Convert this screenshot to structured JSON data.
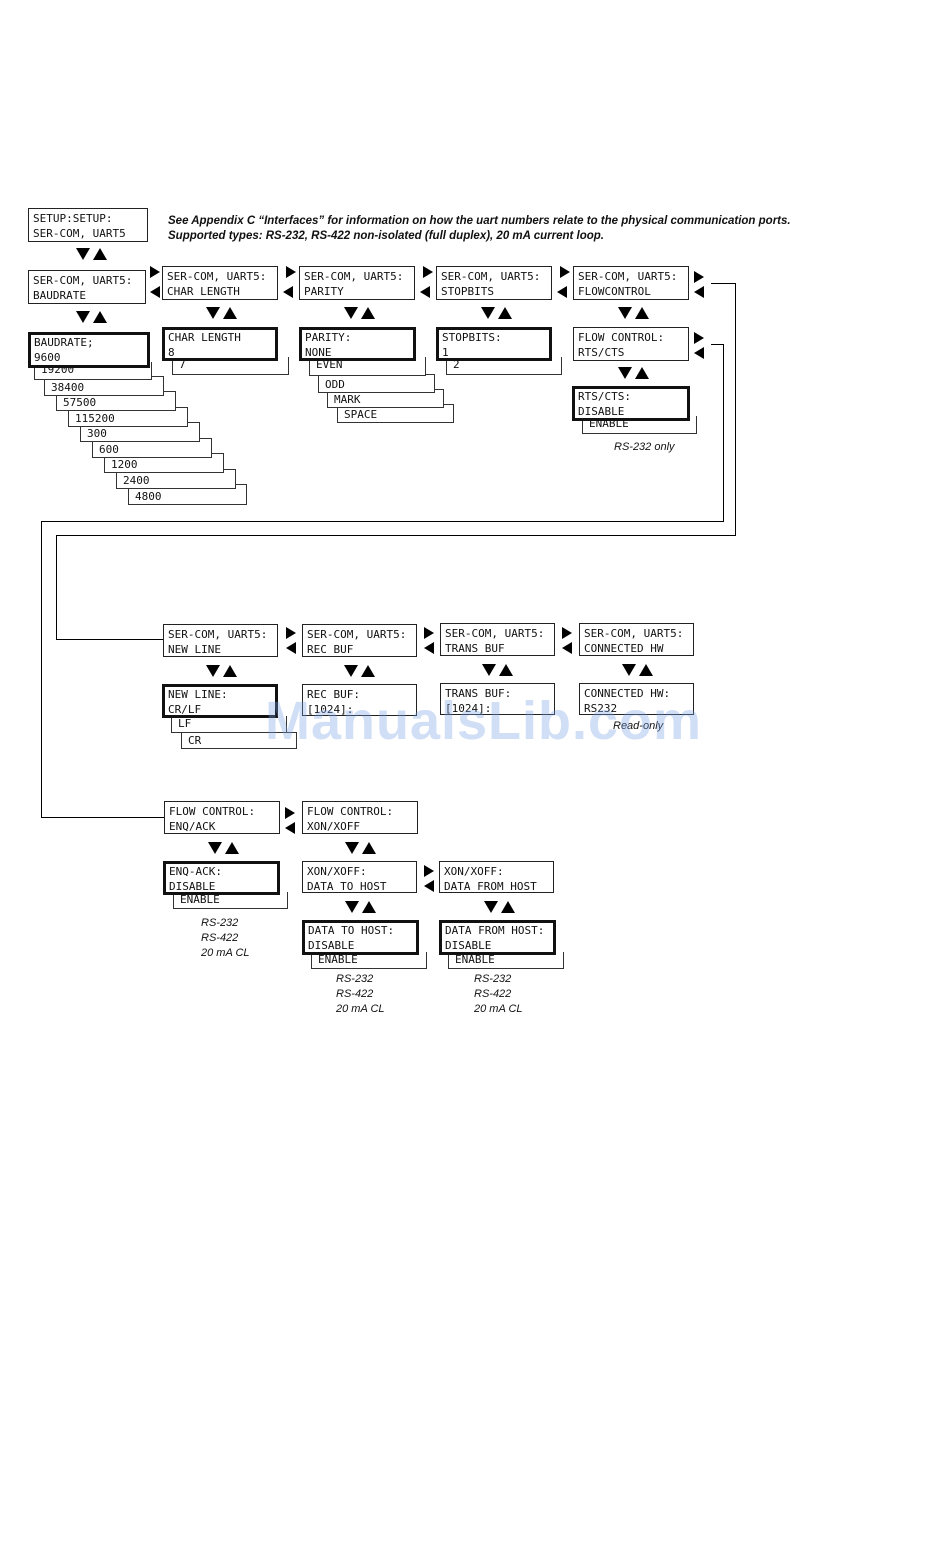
{
  "header": {
    "line1": "See Appendix C “Interfaces” for information on how the uart numbers relate to the physical communication ports.",
    "line2": "Supported types: RS-232, RS-422 non-isolated (full duplex), 20 mA current loop."
  },
  "boxes": {
    "setup": "SETUP:SETUP:\nSER-COM, UART5",
    "baud_menu": "SER-COM, UART5:\nBAUDRATE",
    "char_menu": "SER-COM, UART5:\nCHAR LENGTH",
    "parity_menu": "SER-COM, UART5:\nPARITY",
    "stop_menu": "SER-COM, UART5:\nSTOPBITS",
    "flow_menu": "SER-COM, UART5:\nFLOWCONTROL",
    "baud_sel": "BAUDRATE;\n9600",
    "char_sel": "CHAR LENGTH\n8",
    "parity_sel": "PARITY:\nNONE",
    "stop_sel": "STOPBITS:\n1",
    "flow_rts": "FLOW CONTROL:\nRTS/CTS",
    "rts_sel": "RTS/CTS:\nDISABLE",
    "newline_menu": "SER-COM, UART5:\nNEW LINE",
    "recbuf_menu": "SER-COM, UART5:\nREC BUF",
    "transbuf_menu": "SER-COM, UART5:\nTRANS BUF",
    "connhw_menu": "SER-COM, UART5:\nCONNECTED HW",
    "newline_sel": "NEW LINE:\nCR/LF",
    "recbuf_val": "REC BUF:\n[1024]:",
    "transbuf_val": "TRANS BUF:\n[1024]:",
    "connhw_val": "CONNECTED HW:\nRS232",
    "flow_enq": "FLOW CONTROL:\nENQ/ACK",
    "flow_xon": "FLOW CONTROL:\nXON/XOFF",
    "enq_sel": "ENQ-ACK:\nDISABLE",
    "xon_to": "XON/XOFF:\nDATA TO HOST",
    "xon_from": "XON/XOFF:\nDATA FROM HOST",
    "to_host_sel": "DATA TO HOST:\nDISABLE",
    "from_host_sel": "DATA FROM HOST:\nDISABLE"
  },
  "options": {
    "baud": [
      "19200",
      "38400",
      "57500",
      "115200",
      "300",
      "600",
      "1200",
      "2400",
      "4800"
    ],
    "char": [
      "7"
    ],
    "parity": [
      "EVEN",
      "ODD",
      "MARK",
      "SPACE"
    ],
    "stop": [
      "2"
    ],
    "rts": [
      "ENABLE"
    ],
    "newline": [
      "LF",
      "CR"
    ],
    "enq": [
      "ENABLE"
    ],
    "to_host": [
      "ENABLE"
    ],
    "from_host": [
      "ENABLE"
    ]
  },
  "notes": {
    "rs232_only": "RS-232 only",
    "read_only": "Read-only",
    "enq_types": [
      "RS-232",
      "RS-422",
      "20 mA CL"
    ],
    "to_host_types": [
      "RS-232",
      "RS-422",
      "20 mA CL"
    ],
    "from_host_types": [
      "RS-232",
      "RS-422",
      "20 mA CL"
    ]
  },
  "watermark": "ManualsLib.com",
  "icons": [
    "arrow-right-icon",
    "arrow-left-icon",
    "arrow-down-up-icon"
  ]
}
